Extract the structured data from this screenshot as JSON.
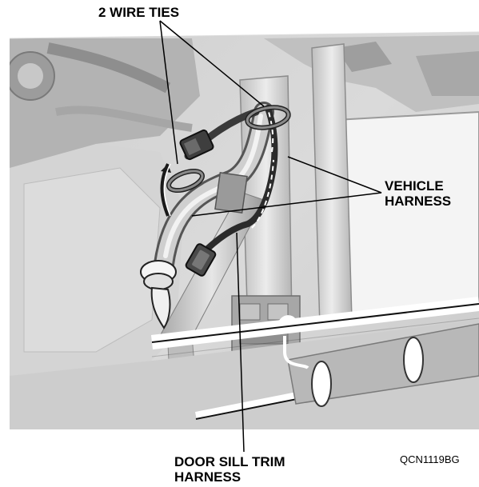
{
  "labels": {
    "wire_ties": "2 WIRE TIES",
    "vehicle_harness_line1": "VEHICLE",
    "vehicle_harness_line2": "HARNESS",
    "door_sill_line1": "DOOR SILL TRIM",
    "door_sill_line2": "HARNESS"
  },
  "figure_code": "QCN1119BG"
}
